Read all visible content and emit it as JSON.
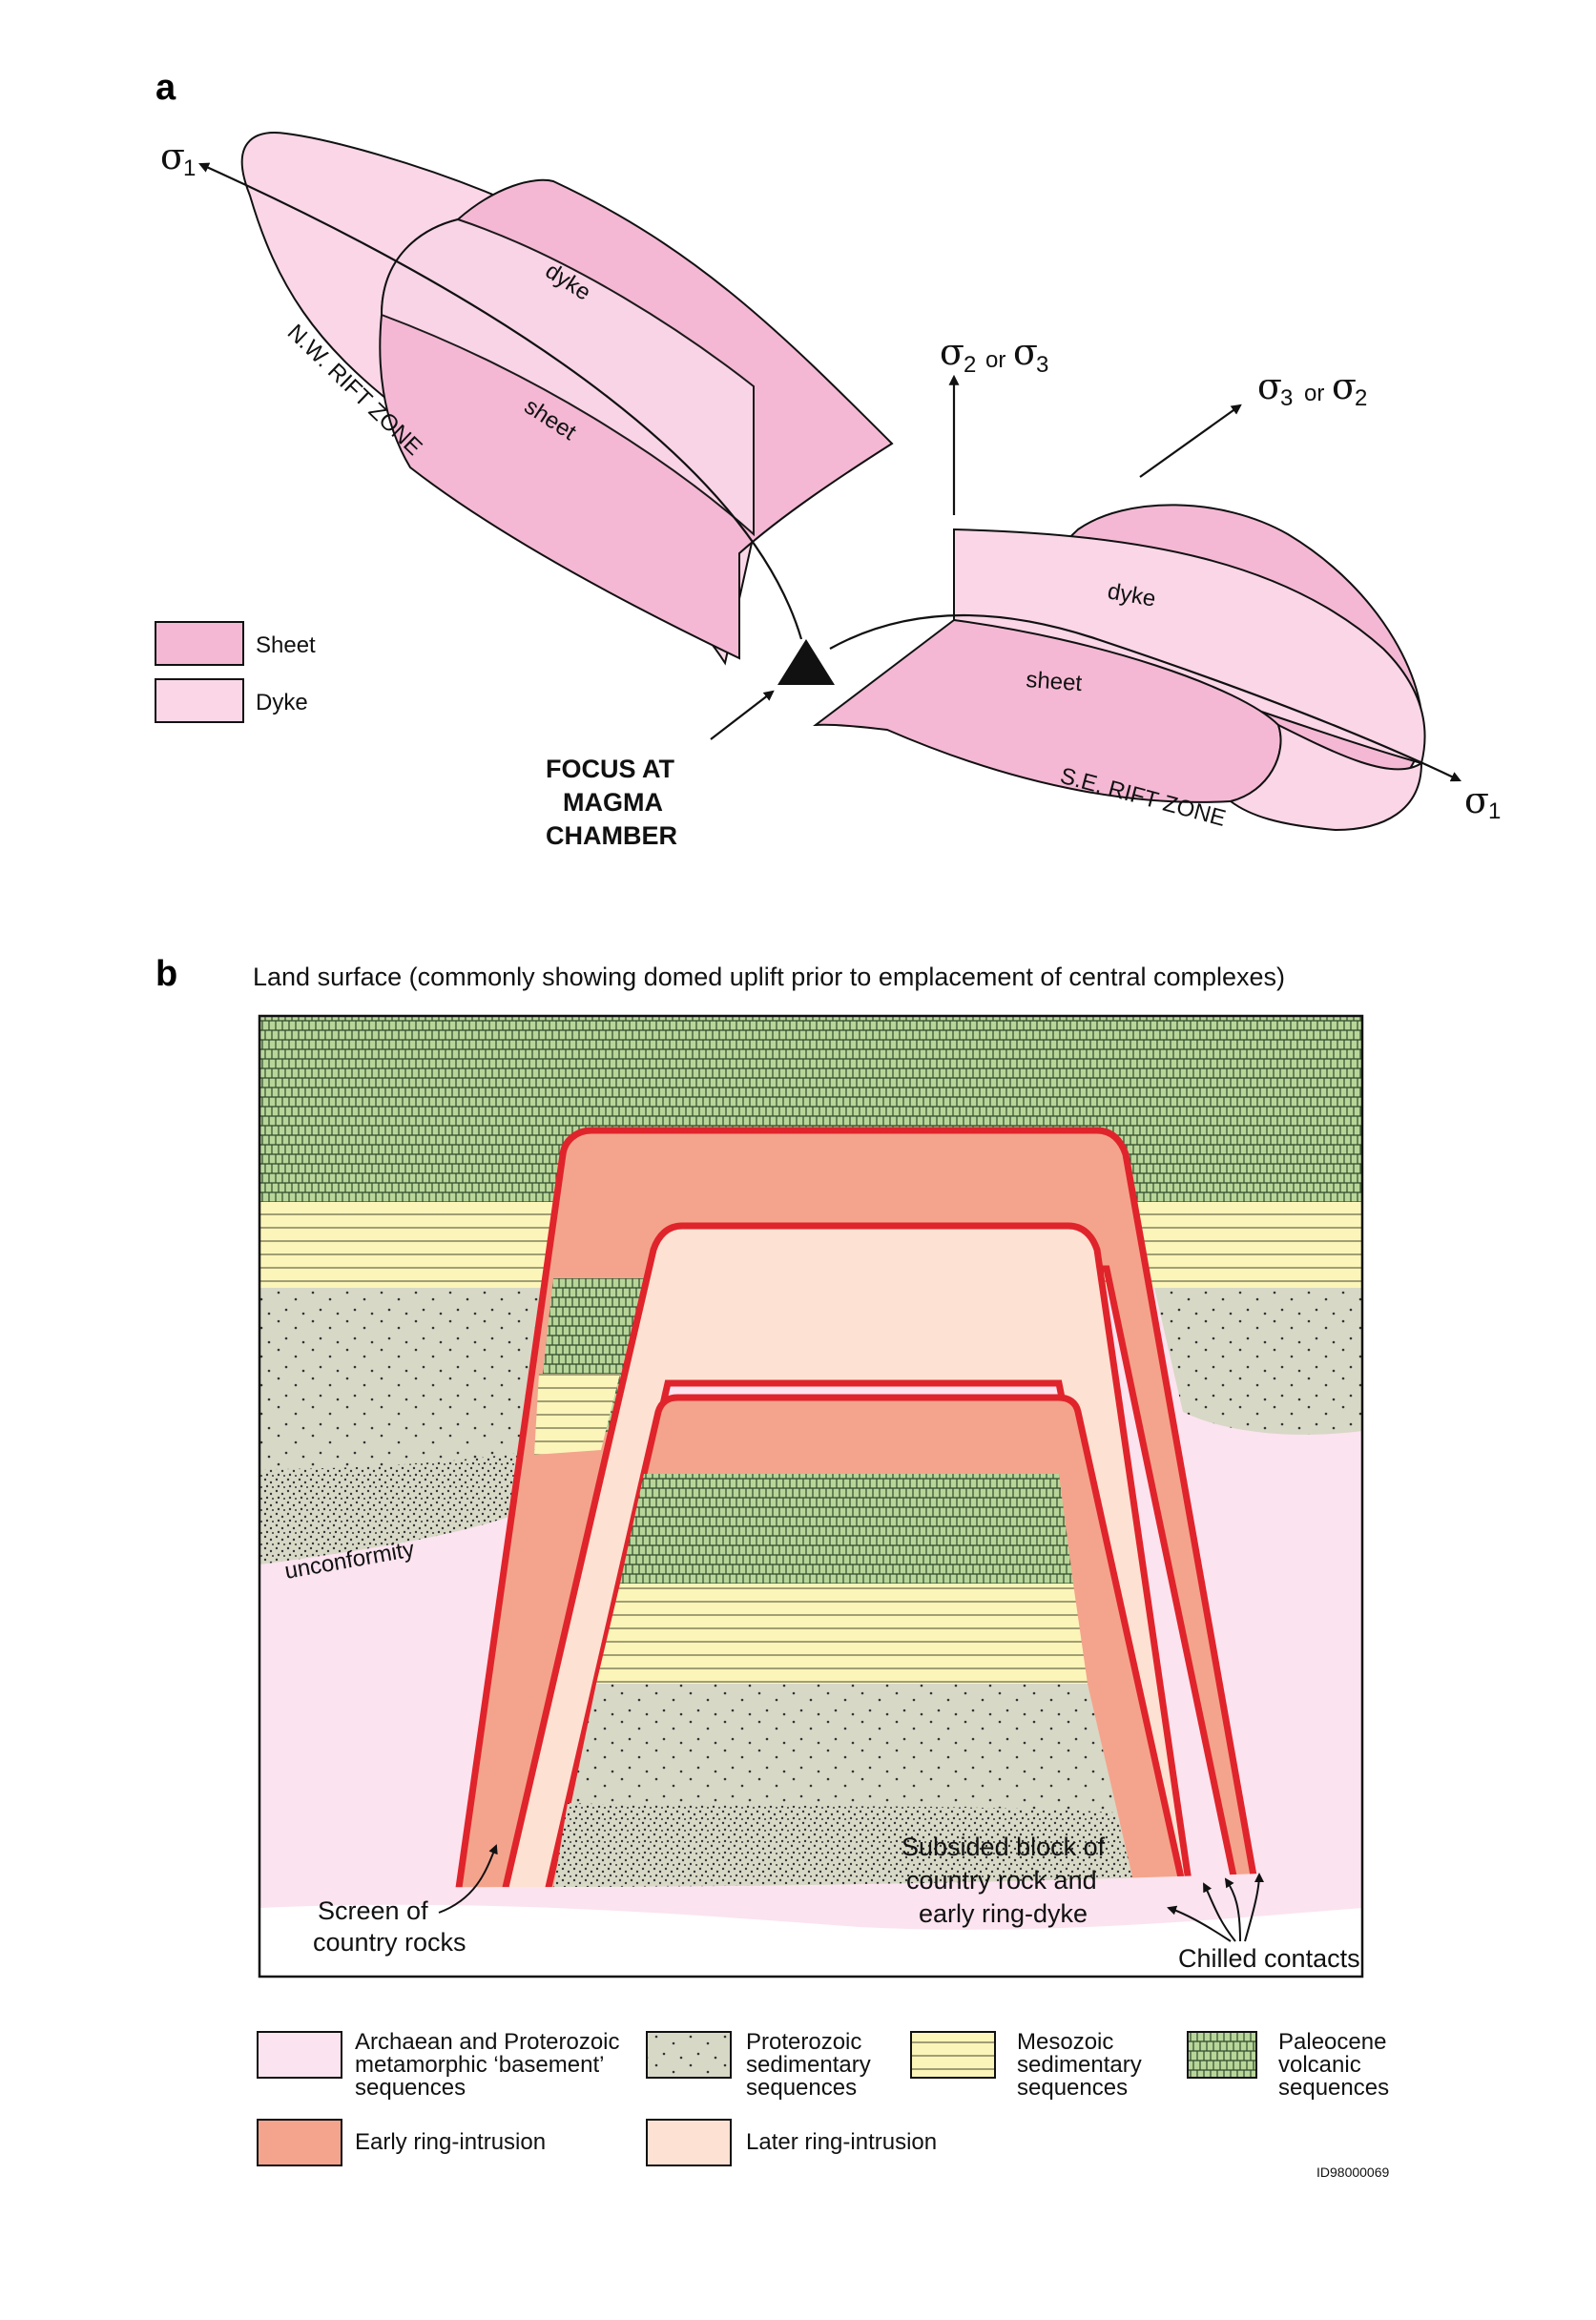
{
  "panel_a": {
    "letter": "a",
    "sigma_symbol": "σ",
    "sigma1_sub": "1",
    "sigma_up_a_sub": "2",
    "sigma_up_or": "or",
    "sigma_up_b_sub": "3",
    "sigma_right_a_sub": "3",
    "sigma_right_or": "or",
    "sigma_right_b_sub": "2",
    "dyke_label": "dyke",
    "sheet_label": "sheet",
    "nw_rift": "N.W. RIFT ZONE",
    "se_rift": "S.E. RIFT ZONE",
    "focus_line1": "FOCUS AT",
    "focus_line2": "MAGMA",
    "focus_line3": "CHAMBER",
    "legend": [
      {
        "label": "Sheet",
        "color": "#f4b8d4"
      },
      {
        "label": "Dyke",
        "color": "#fad6e7"
      }
    ]
  },
  "panel_b": {
    "letter": "b",
    "land_surface": "Land surface (commonly showing domed uplift prior to emplacement of central complexes)",
    "unconformity": "unconformity",
    "screen_line1": "Screen of",
    "screen_line2": "country rocks",
    "subsided_line1": "Subsided block of",
    "subsided_line2": "country rock and",
    "subsided_line3": "early ring-dyke",
    "chilled": "Chilled contacts",
    "id_code": "ID98000069",
    "colors": {
      "basement": "#fbe3ef",
      "proterozoic": "#d7d8c6",
      "mesozoic": "#fbf5b9",
      "volcanic": "#b9d69a",
      "early": "#f4a48c",
      "later": "#fde1d2",
      "contact": "#e0242c"
    },
    "legend": [
      {
        "lines": [
          "Archaean and Proterozoic",
          "metamorphic ‘basement’",
          "sequences"
        ],
        "type": "basement"
      },
      {
        "lines": [
          "Proterozoic",
          "sedimentary",
          "sequences"
        ],
        "type": "proterozoic"
      },
      {
        "lines": [
          "Mesozoic",
          "sedimentary",
          "sequences"
        ],
        "type": "mesozoic"
      },
      {
        "lines": [
          "Paleocene",
          "volcanic",
          "sequences"
        ],
        "type": "volcanic"
      },
      {
        "lines": [
          "Early ring-intrusion"
        ],
        "type": "early"
      },
      {
        "lines": [
          "Later ring-intrusion"
        ],
        "type": "later"
      }
    ]
  }
}
